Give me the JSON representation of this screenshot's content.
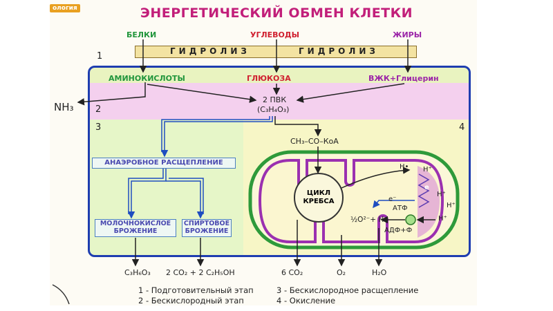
{
  "header": {
    "tag": "ология",
    "title": "ЭНЕРГЕТИЧЕСКИЙ ОБМЕН КЛЕТКИ"
  },
  "inputs": {
    "proteins": "БЕЛКИ",
    "carbs": "УГЛЕВОДЫ",
    "fats": "ЖИРЫ"
  },
  "hydrolysis": {
    "left": "ГИДРОЛИЗ",
    "right": "ГИДРОЛИЗ"
  },
  "stage_numbers": {
    "one": "1",
    "two": "2",
    "three": "3",
    "four": "4"
  },
  "monomers": {
    "amino": "АМИНОКИСЛОТЫ",
    "glucose": "ГЛЮКОЗА",
    "fatty": "ВЖК+Глицерин"
  },
  "nh3": "NH₃",
  "pvk": {
    "line1": "2 ПВК",
    "line2": "(C₃H₄O₃)"
  },
  "acetyl": "CH₃–CO–КоА",
  "anaerobic": "АНАЭРОБНОЕ РАСЩЕПЛЕНИЕ",
  "fermentation": {
    "lactic": "МОЛОЧНОКИСЛОЕ БРОЖЕНИЕ",
    "alcohol": "СПИРТОВОЕ БРОЖЕНИЕ"
  },
  "krebs": {
    "line1": "ЦИКЛ",
    "line2": "КРЕБСА"
  },
  "mito_labels": {
    "h_dot": "H•",
    "e_top": "e⁻",
    "e_side": "e",
    "atf": "АТФ",
    "adf": "АДФ+Ф",
    "half_o2": "½O²⁻+ H⁺",
    "h1": "H⁺",
    "h2": "H⁺",
    "h3": "H⁺",
    "h4": "H⁺"
  },
  "products": {
    "lactic": "C₃H₆O₃",
    "alcohol": "2 CO₂ + 2 C₂H₅OH",
    "co2": "6 CO₂",
    "o2": "O₂",
    "h2o": "H₂O"
  },
  "legend": {
    "item1": "1 - Подготовительный этап",
    "item2": "2 - Бескислородный этап",
    "item3": "3 - Бескислородное расщепление",
    "item4": "4 - Окисление"
  },
  "colors": {
    "frame": "#1e3db0",
    "title": "#c21f7a",
    "green": "#21963c",
    "red": "#d02030",
    "purple": "#9b24a8",
    "membrane": "#9b30b0",
    "outer_membrane": "#2e9a3a"
  }
}
